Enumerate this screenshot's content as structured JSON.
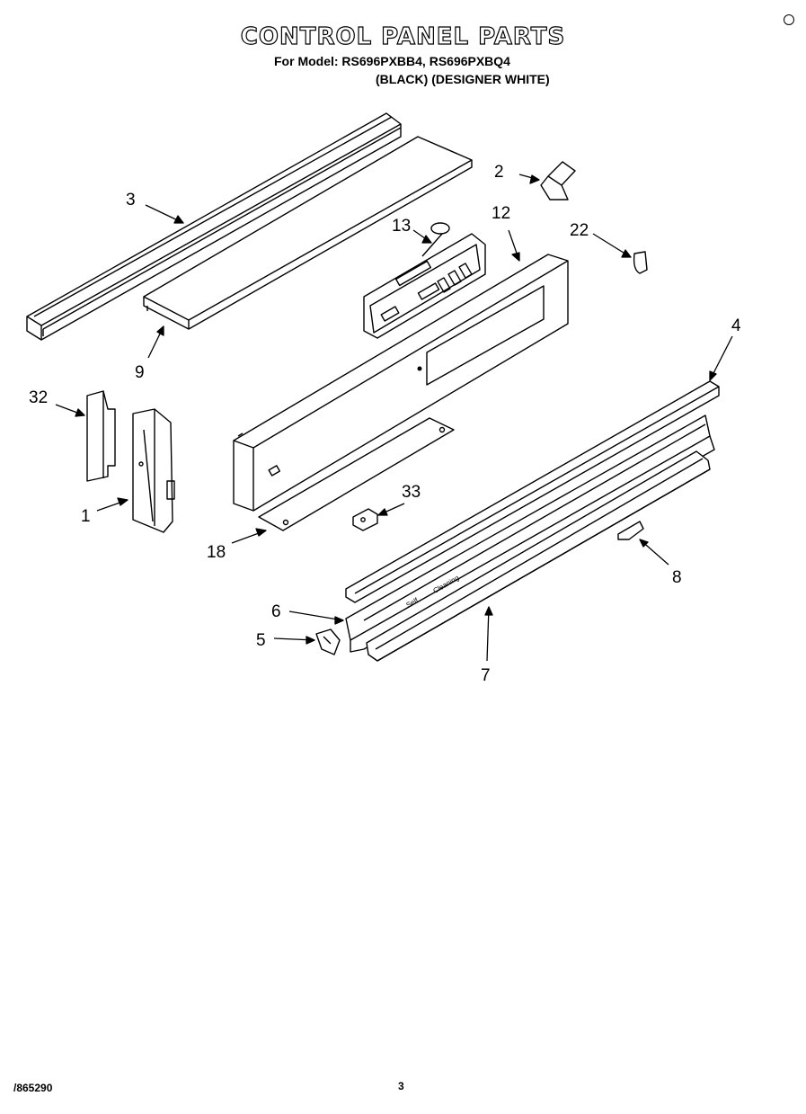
{
  "header": {
    "title": "CONTROL PANEL PARTS",
    "model_line": "For Model: RS696PXBB4, RS696PXBQ4",
    "variants_line": "(BLACK) (DESIGNER WHITE)"
  },
  "callouts": [
    "1",
    "2",
    "3",
    "4",
    "5",
    "6",
    "7",
    "8",
    "9",
    "12",
    "13",
    "18",
    "22",
    "32",
    "33"
  ],
  "panel_text": {
    "self": "Self",
    "cleaning": "Cleaning"
  },
  "footer": {
    "doc_number": "/865290",
    "page": "3"
  }
}
